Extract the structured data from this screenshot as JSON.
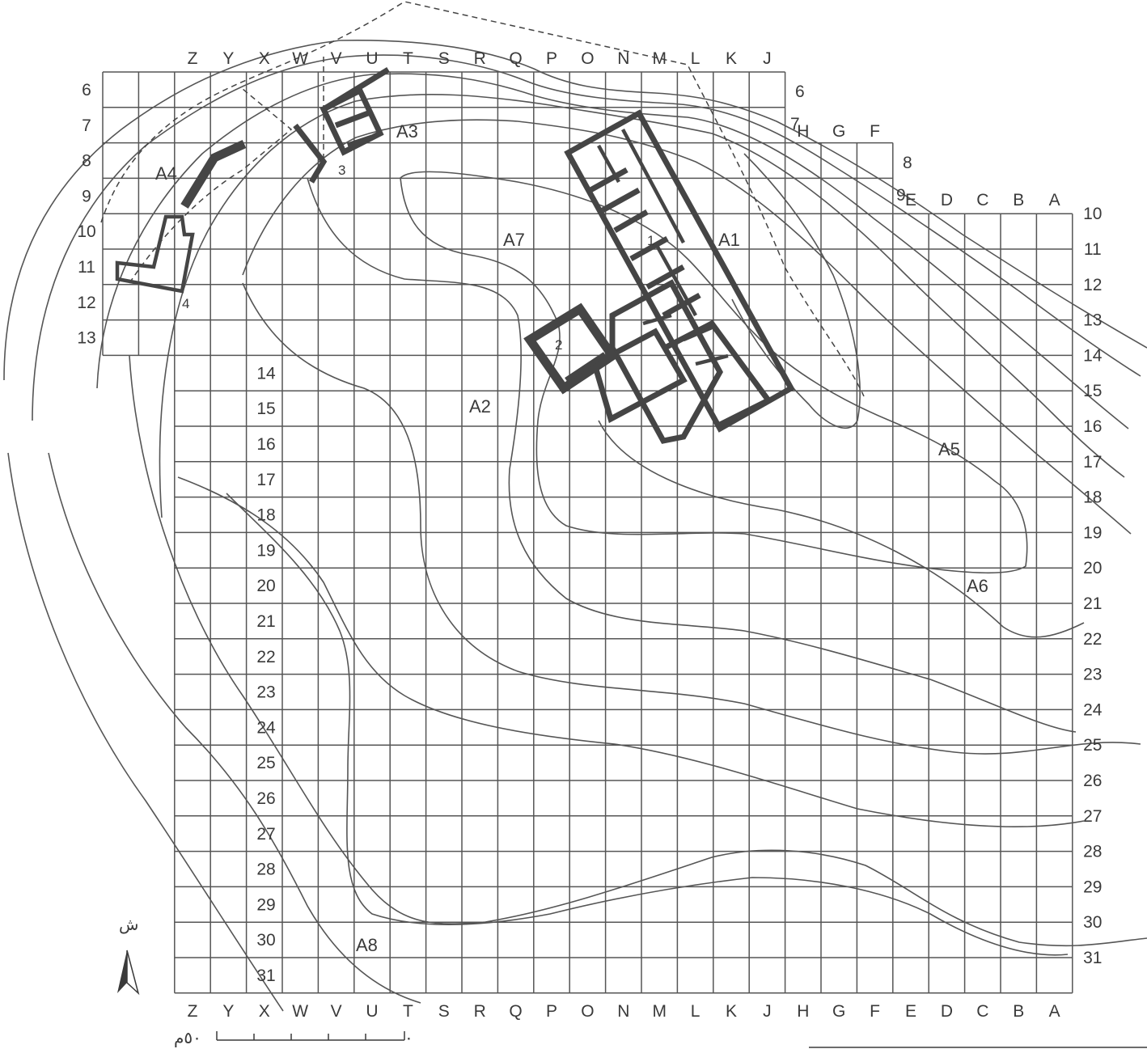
{
  "columns_main": [
    "Z",
    "Y",
    "X",
    "W",
    "V",
    "U",
    "T",
    "S",
    "R",
    "Q",
    "P",
    "O",
    "N",
    "M",
    "L",
    "K",
    "J"
  ],
  "columns_step": [
    "H",
    "G",
    "F"
  ],
  "columns_east": [
    "E",
    "D",
    "C",
    "B",
    "A"
  ],
  "columns_bottom": [
    "Z",
    "Y",
    "X",
    "W",
    "V",
    "U",
    "T",
    "S",
    "R",
    "Q",
    "P",
    "O",
    "N",
    "M",
    "L",
    "K",
    "J",
    "H",
    "G",
    "F",
    "E",
    "D",
    "C",
    "B",
    "A"
  ],
  "rows_left_top": [
    "6",
    "7",
    "8",
    "9",
    "10",
    "11",
    "12",
    "13"
  ],
  "rows_left_lower": [
    "14",
    "15",
    "16",
    "17",
    "18",
    "19",
    "20",
    "21",
    "22",
    "23",
    "24",
    "25",
    "26",
    "27",
    "28",
    "29",
    "30",
    "31"
  ],
  "row_labels_right": {
    "r6": "6",
    "r7": "7",
    "r8": "8",
    "r9": "9",
    "east": [
      "10",
      "11",
      "12",
      "13",
      "14",
      "15",
      "16",
      "17",
      "18",
      "19",
      "20",
      "21",
      "22",
      "23",
      "24",
      "25",
      "26",
      "27",
      "28",
      "29",
      "30",
      "31"
    ]
  },
  "areas": {
    "a1": "A1",
    "a2": "A2",
    "a3": "A3",
    "a4": "A4",
    "a5": "A5",
    "a6": "A6",
    "a7": "A7",
    "a8": "A8"
  },
  "buildings": {
    "b1": "1",
    "b2": "2",
    "b3": "3",
    "b4": "4"
  },
  "north_label": "ش",
  "scale": {
    "start": "٠",
    "end": "٥٠م"
  },
  "colors": {
    "line": "#555555",
    "walls": "#454545",
    "text": "#3a3a3a",
    "background": "#ffffff"
  }
}
